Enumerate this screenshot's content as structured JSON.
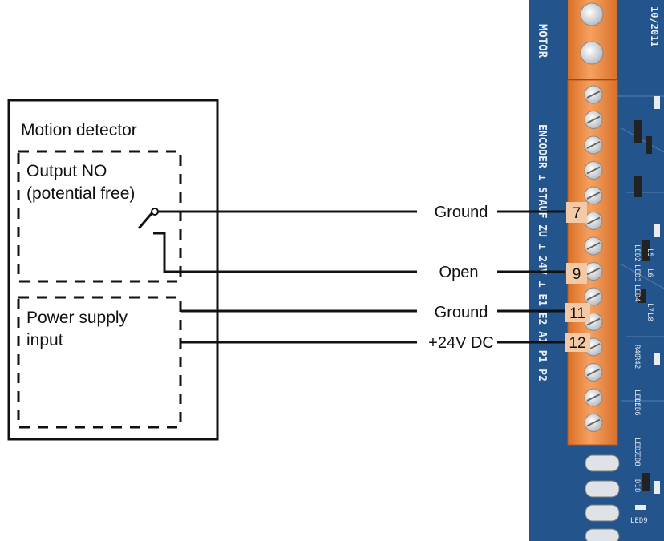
{
  "detector": {
    "title": "Motion detector",
    "output_title_1": "Output NO",
    "output_title_2": "(potential free)",
    "power_title_1": "Power supply",
    "power_title_2": "input"
  },
  "wires": {
    "ground_1": "Ground",
    "open": "Open",
    "ground_2": "Ground",
    "plus24": "+24V DC"
  },
  "terminals": {
    "t7": "7",
    "t9": "9",
    "t11": "11",
    "t12": "12"
  },
  "board": {
    "motor_label": "MOTOR",
    "side_label": "ENCODER ⊥ STAUF ZU ⊥ 24V ⊥ E1 E2 A1 P1 P2",
    "date_code": "10/2011",
    "chip_labels": [
      "LED2",
      "L5",
      "LED3",
      "L6",
      "LED4",
      "L7",
      "L8",
      "R40",
      "R42",
      "LED5",
      "LED6",
      "LED7",
      "LED8",
      "D18",
      "LED9"
    ]
  },
  "colors": {
    "board": "#1f4f86",
    "terminal": "#f08a3c",
    "label_bg": "#f3c9a6"
  }
}
